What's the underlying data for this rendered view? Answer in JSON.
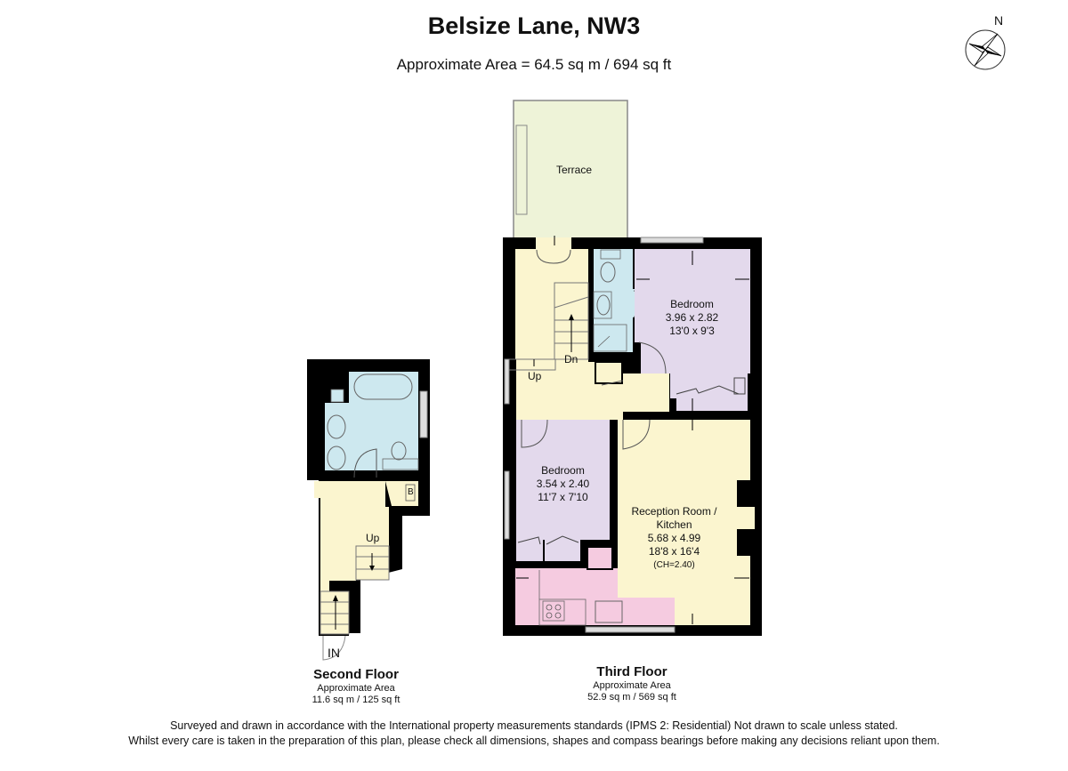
{
  "header": {
    "title": "Belsize Lane, NW3",
    "approx_area": "Approximate Area = 64.5 sq m / 694 sq ft"
  },
  "compass": {
    "icon": "compass-rose-icon",
    "label": "N"
  },
  "colors": {
    "wall": "#000000",
    "bedroom": "#e3d9ec",
    "living": "#fbf5cf",
    "bathroom": "#cde8ef",
    "kitchen": "#f5cbe0",
    "terrace": "#eef3d8"
  },
  "second_floor": {
    "rooms": [
      {
        "name": "Bathroom",
        "label": ""
      },
      {
        "name": "Boiler",
        "label": "B"
      }
    ],
    "stair_label": "Up",
    "entrance_label": "IN",
    "caption": {
      "name": "Second Floor",
      "area_label": "Approximate Area",
      "area": "11.6 sq m / 125 sq ft"
    }
  },
  "third_floor": {
    "rooms": [
      {
        "name": "Terrace",
        "dims_m": "",
        "dims_ft": ""
      },
      {
        "name": "Bedroom",
        "dims_m": "3.96 x 2.82",
        "dims_ft": "13'0 x 9'3"
      },
      {
        "name": "Bedroom",
        "dims_m": "3.54 x 2.40",
        "dims_ft": "11'7 x 7'10"
      },
      {
        "name_line1": "Reception Room /",
        "name_line2": "Kitchen",
        "dims_m": "5.68 x 4.99",
        "dims_ft": "18'8 x 16'4",
        "ceiling": "(CH=2.40)"
      }
    ],
    "stair_up_label": "Up",
    "stair_down_label": "Dn",
    "caption": {
      "name": "Third Floor",
      "area_label": "Approximate Area",
      "area": "52.9 sq m / 569 sq ft"
    }
  },
  "footer": {
    "line1": "Surveyed and drawn in accordance with the International property measurements standards (IPMS 2: Residential) Not drawn to scale unless stated.",
    "line2": "Whilst every care is taken in the preparation of this plan, please check all dimensions, shapes and compass bearings before making any decisions reliant upon them."
  }
}
